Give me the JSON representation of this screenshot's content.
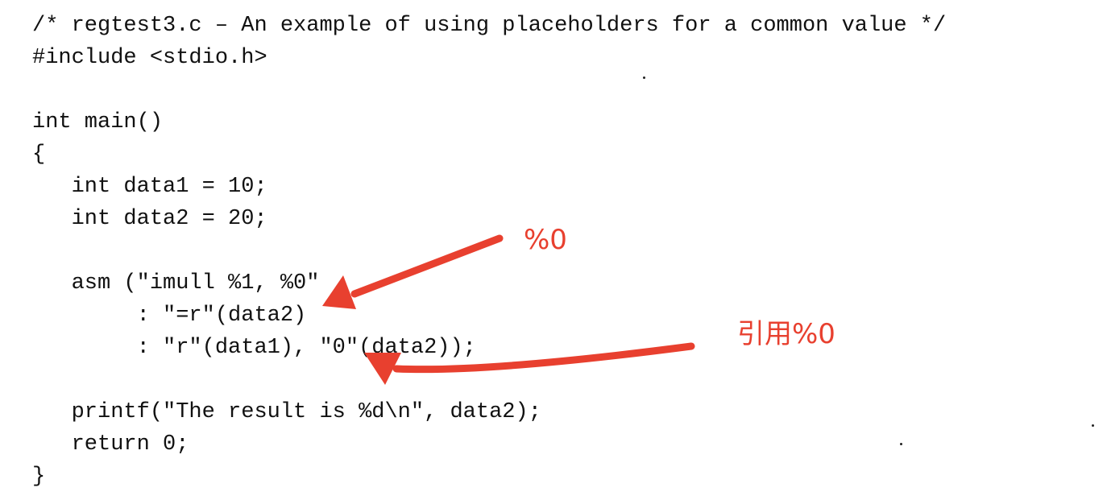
{
  "code": {
    "lines": [
      "/* regtest3.c – An example of using placeholders for a common value */",
      "#include <stdio.h>",
      "",
      "int main()",
      "{",
      "   int data1 = 10;",
      "   int data2 = 20;",
      "",
      "   asm (\"imull %1, %0\"",
      "        : \"=r\"(data2)",
      "        : \"r\"(data1), \"0\"(data2));",
      "",
      "   printf(\"The result is %d\\n\", data2);",
      "   return 0;",
      "}"
    ]
  },
  "annotations": {
    "color": "#e8402f",
    "items": [
      {
        "label": "%0"
      },
      {
        "label": "引用%0"
      }
    ]
  }
}
